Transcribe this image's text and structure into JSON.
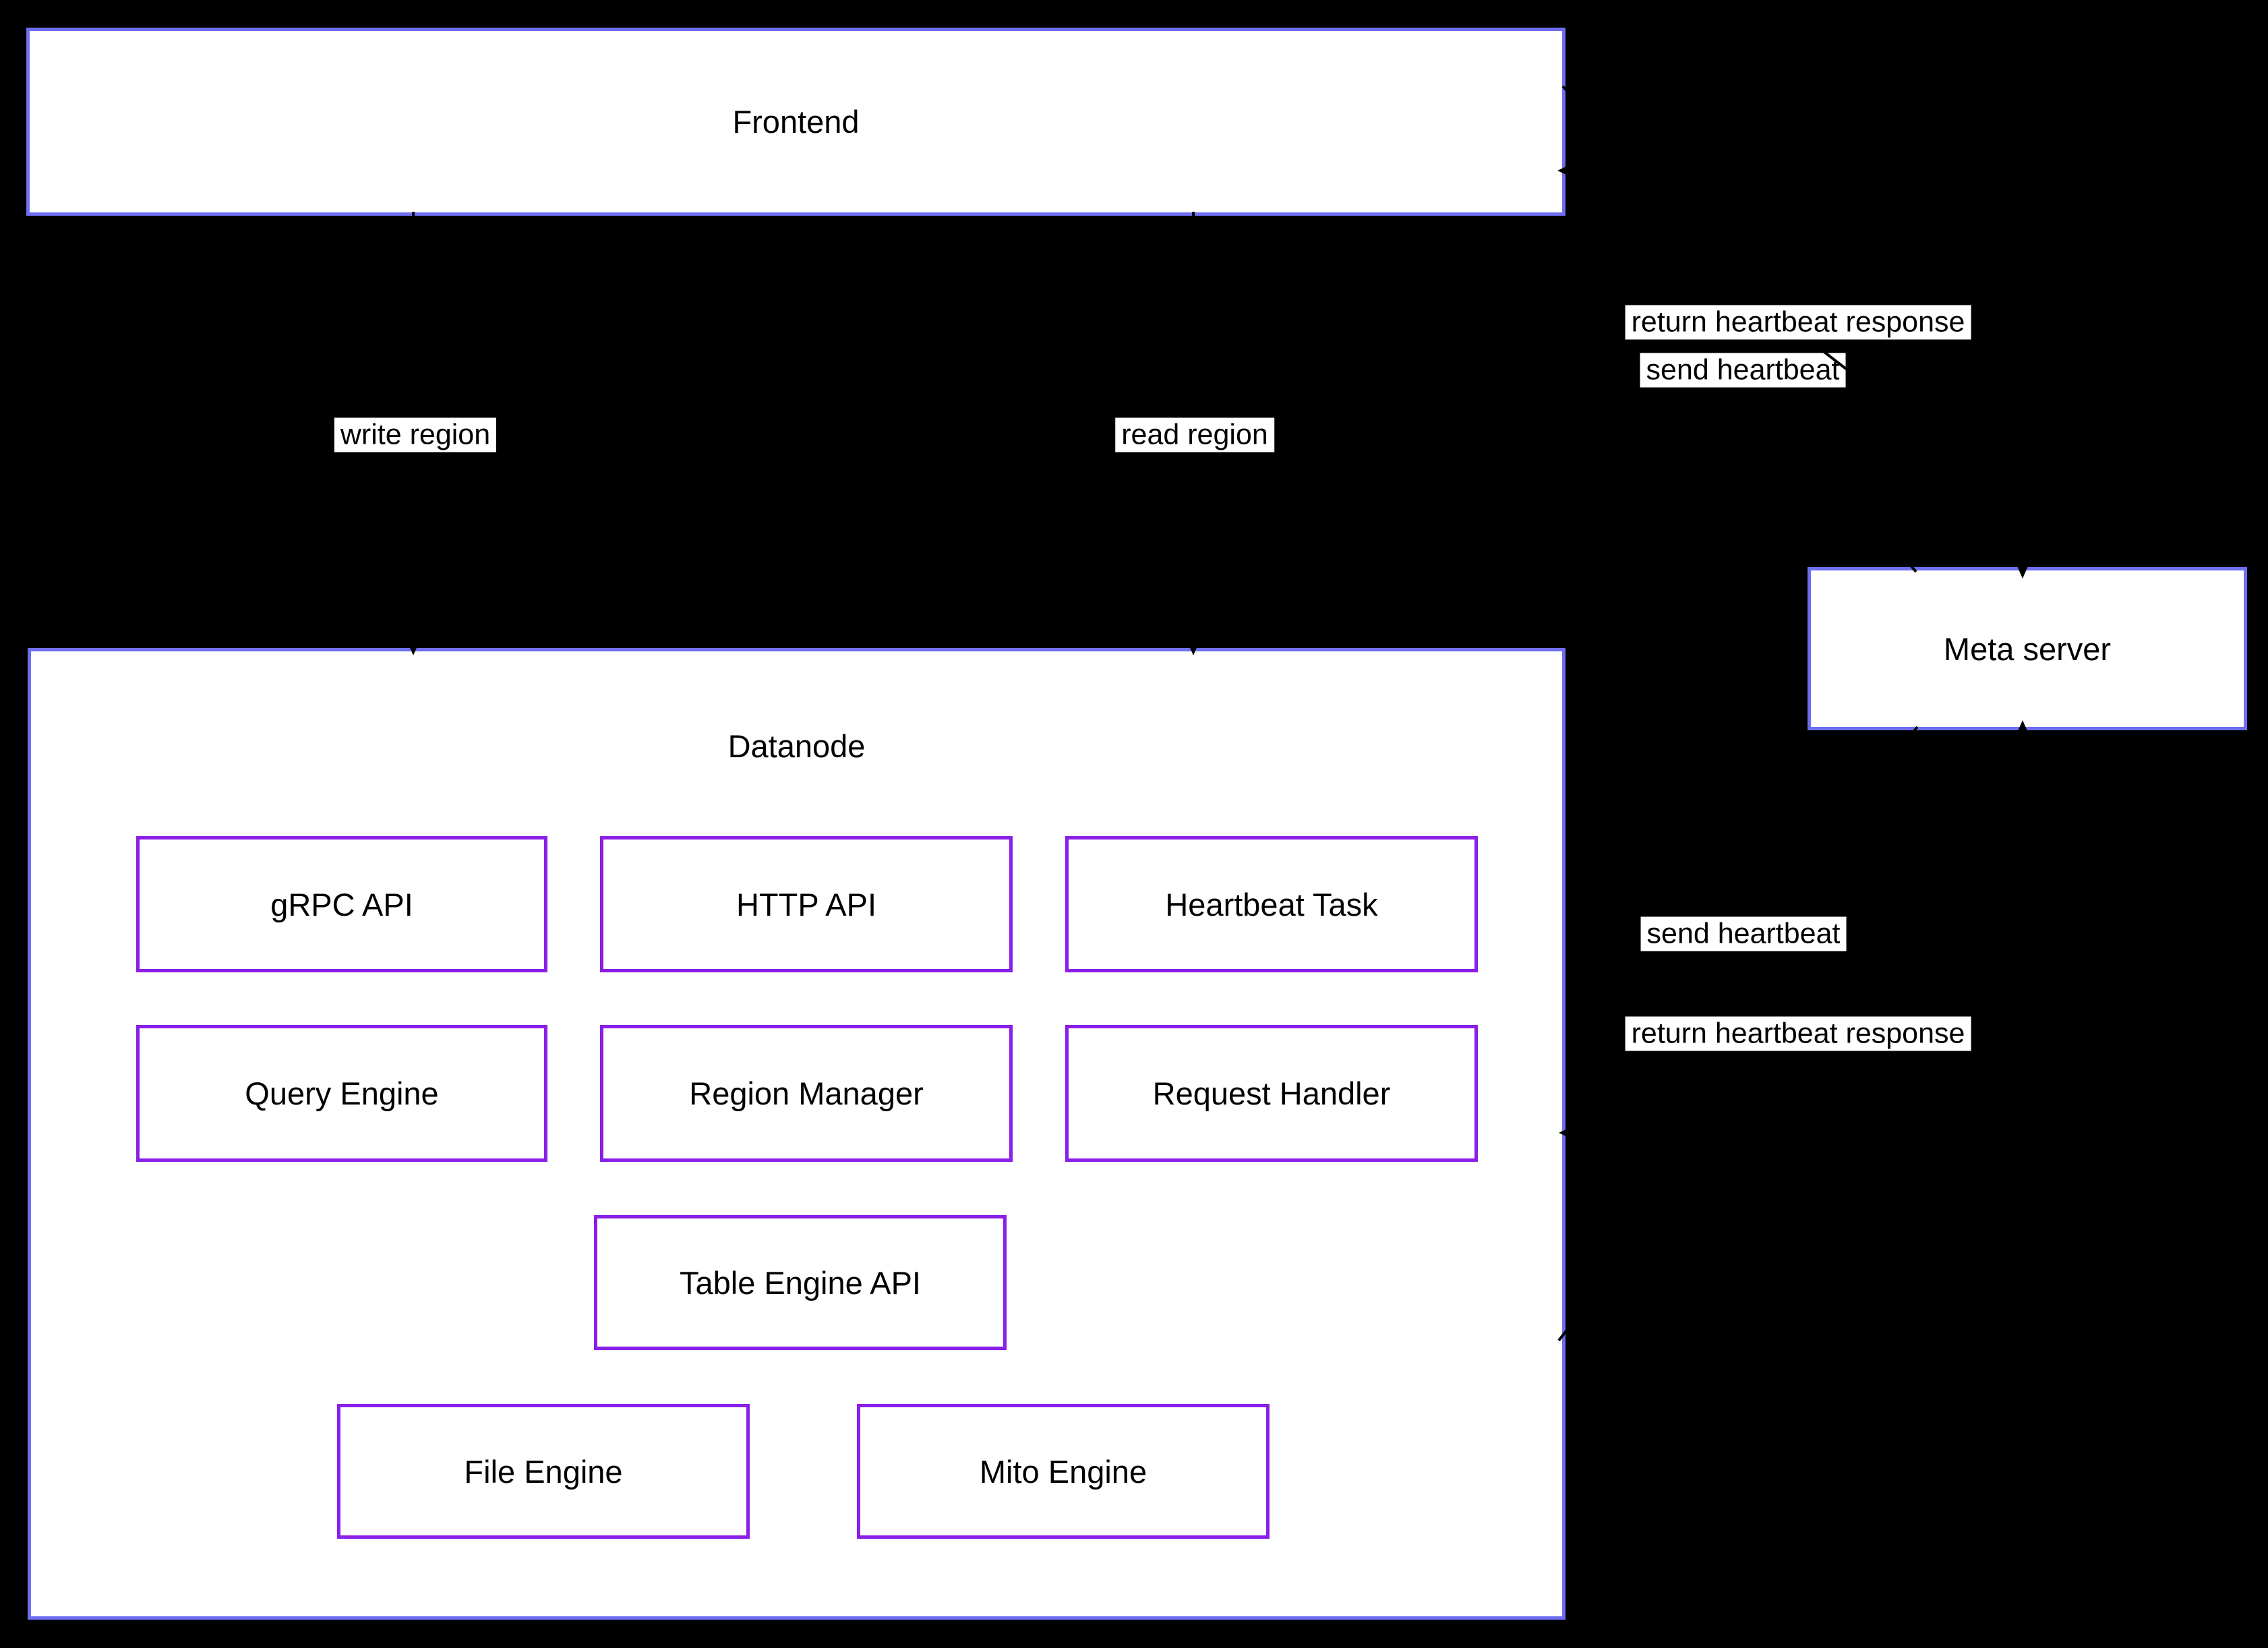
{
  "nodes": {
    "frontend": {
      "label": "Frontend"
    },
    "datanode": {
      "label": "Datanode"
    },
    "meta_server": {
      "label": "Meta server"
    }
  },
  "datanode_components": [
    {
      "label": "gRPC API"
    },
    {
      "label": "HTTP API"
    },
    {
      "label": "Heartbeat Task"
    },
    {
      "label": "Query Engine"
    },
    {
      "label": "Region Manager"
    },
    {
      "label": "Request Handler"
    },
    {
      "label": "Table Engine API"
    },
    {
      "label": "File Engine"
    },
    {
      "label": "Mito Engine"
    }
  ],
  "edges": [
    {
      "label": "write region",
      "from": "Frontend",
      "to": "Datanode"
    },
    {
      "label": "read region",
      "from": "Frontend",
      "to": "Datanode"
    },
    {
      "label": "send heartbeat",
      "from": "Frontend",
      "to": "Meta server"
    },
    {
      "label": "return heartbeat response",
      "from": "Meta server",
      "to": "Frontend"
    },
    {
      "label": "send heartbeat",
      "from": "Datanode",
      "to": "Meta server"
    },
    {
      "label": "return heartbeat response",
      "from": "Meta server",
      "to": "Datanode"
    }
  ],
  "colors": {
    "bg": "#000000",
    "node_fill": "#ffffff",
    "outer_border": "#6e6ef2",
    "comp_border": "#8a1fe8",
    "text": "#000000",
    "edge": "#000000",
    "edge_label_bg": "#ffffff"
  }
}
